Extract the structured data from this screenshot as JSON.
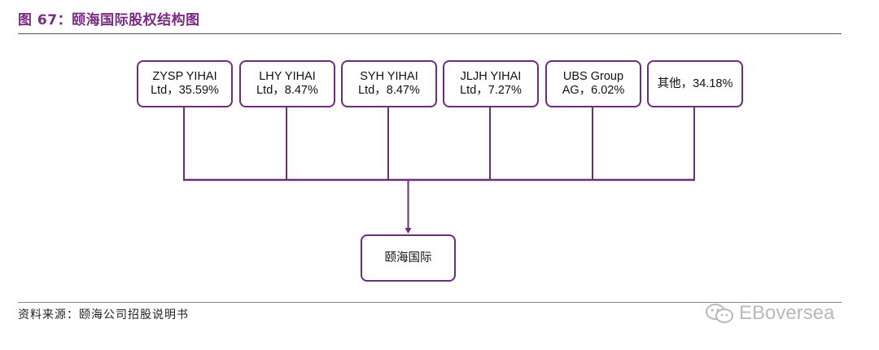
{
  "figure": {
    "title": "图 67：颐海国际股权结构图",
    "source": "资料来源：颐海公司招股说明书",
    "watermark": "EBoversea"
  },
  "shareholders": [
    {
      "label": "ZYSP YIHAI\nLtd，35.59%",
      "name": "ZYSP YIHAI Ltd",
      "stake_pct": 35.59
    },
    {
      "label": "LHY YIHAI\nLtd，8.47%",
      "name": "LHY YIHAI Ltd",
      "stake_pct": 8.47
    },
    {
      "label": "SYH YIHAI\nLtd，8.47%",
      "name": "SYH YIHAI Ltd",
      "stake_pct": 8.47
    },
    {
      "label": "JLJH YIHAI\nLtd，7.27%",
      "name": "JLJH YIHAI Ltd",
      "stake_pct": 7.27
    },
    {
      "label": "UBS Group\nAG，6.02%",
      "name": "UBS Group AG",
      "stake_pct": 6.02
    },
    {
      "label": "其他，34.18%",
      "name": "其他",
      "stake_pct": 34.18
    }
  ],
  "target": {
    "label": "颐海国际"
  },
  "colors": {
    "accent": "#7a2a83",
    "connector": "#6b2f7a",
    "rule": "#555555"
  }
}
